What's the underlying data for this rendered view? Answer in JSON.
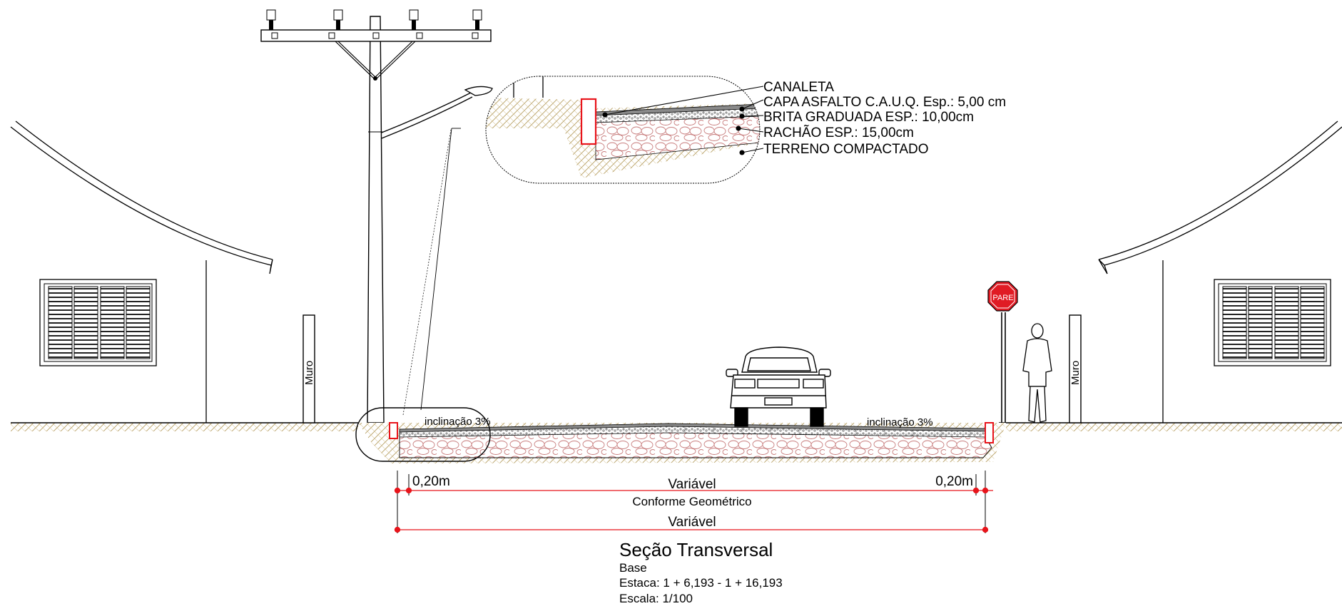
{
  "layers": [
    {
      "label": "CANALETA"
    },
    {
      "label": "CAPA ASFALTO C.A.U.Q. Esp.: 5,00 cm"
    },
    {
      "label": "BRITA GRADUADA ESP.: 10,00cm"
    },
    {
      "label": "RACHÃO ESP.: 15,00cm"
    },
    {
      "label": "TERRENO COMPACTADO"
    }
  ],
  "slope_left": "inclinação 3%",
  "slope_right": "inclinação 3%",
  "wall_left": "Muro",
  "wall_right": "Muro",
  "stop_sign": "PARE",
  "dims": {
    "gutter_left": "0,20m",
    "gutter_right": "0,20m",
    "variable_top": "Variável",
    "geometric": "Conforme Geométrico",
    "variable_bottom": "Variável"
  },
  "title": {
    "main": "Seção Transversal",
    "base": "Base",
    "stake": "Estaca: 1 + 6,193 - 1 + 16,193",
    "scale": "Escala: 1/100"
  },
  "colors": {
    "line": "#000000",
    "dimension": "#e8141b",
    "gutter": "#e8141b",
    "soil": "#c9b88a",
    "rubble": "#d9a3a3",
    "asphalt": "#8a8a8a",
    "stop_sign": "#e01b24"
  }
}
